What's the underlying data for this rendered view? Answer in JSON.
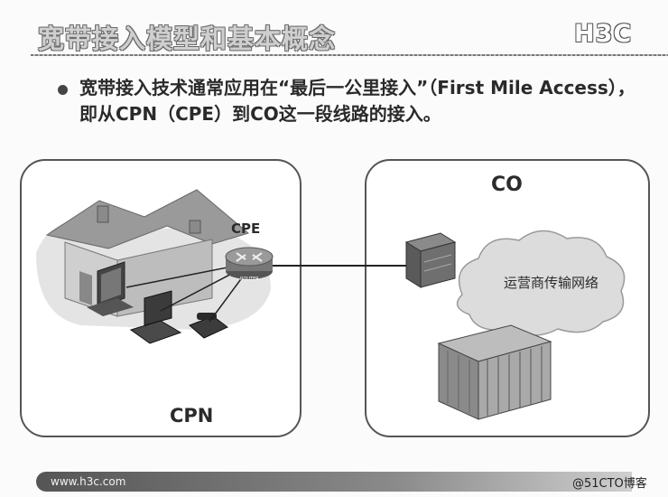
{
  "title": "宽带接入模型和基本概念",
  "logo": "H3C",
  "bullet": "宽带接入技术通常应用在“最后一公里接入”（First Mile Access），即从CPN（CPE）到CO这一段线路的接入。",
  "diagram": {
    "cpn_label": "CPN",
    "cpe_label": "CPE",
    "router_label": "ROUTER",
    "co_label": "CO",
    "cloud_label": "运营商传输网络"
  },
  "footer": {
    "url": "www.h3c.com",
    "watermark": "@51CTO博客"
  }
}
